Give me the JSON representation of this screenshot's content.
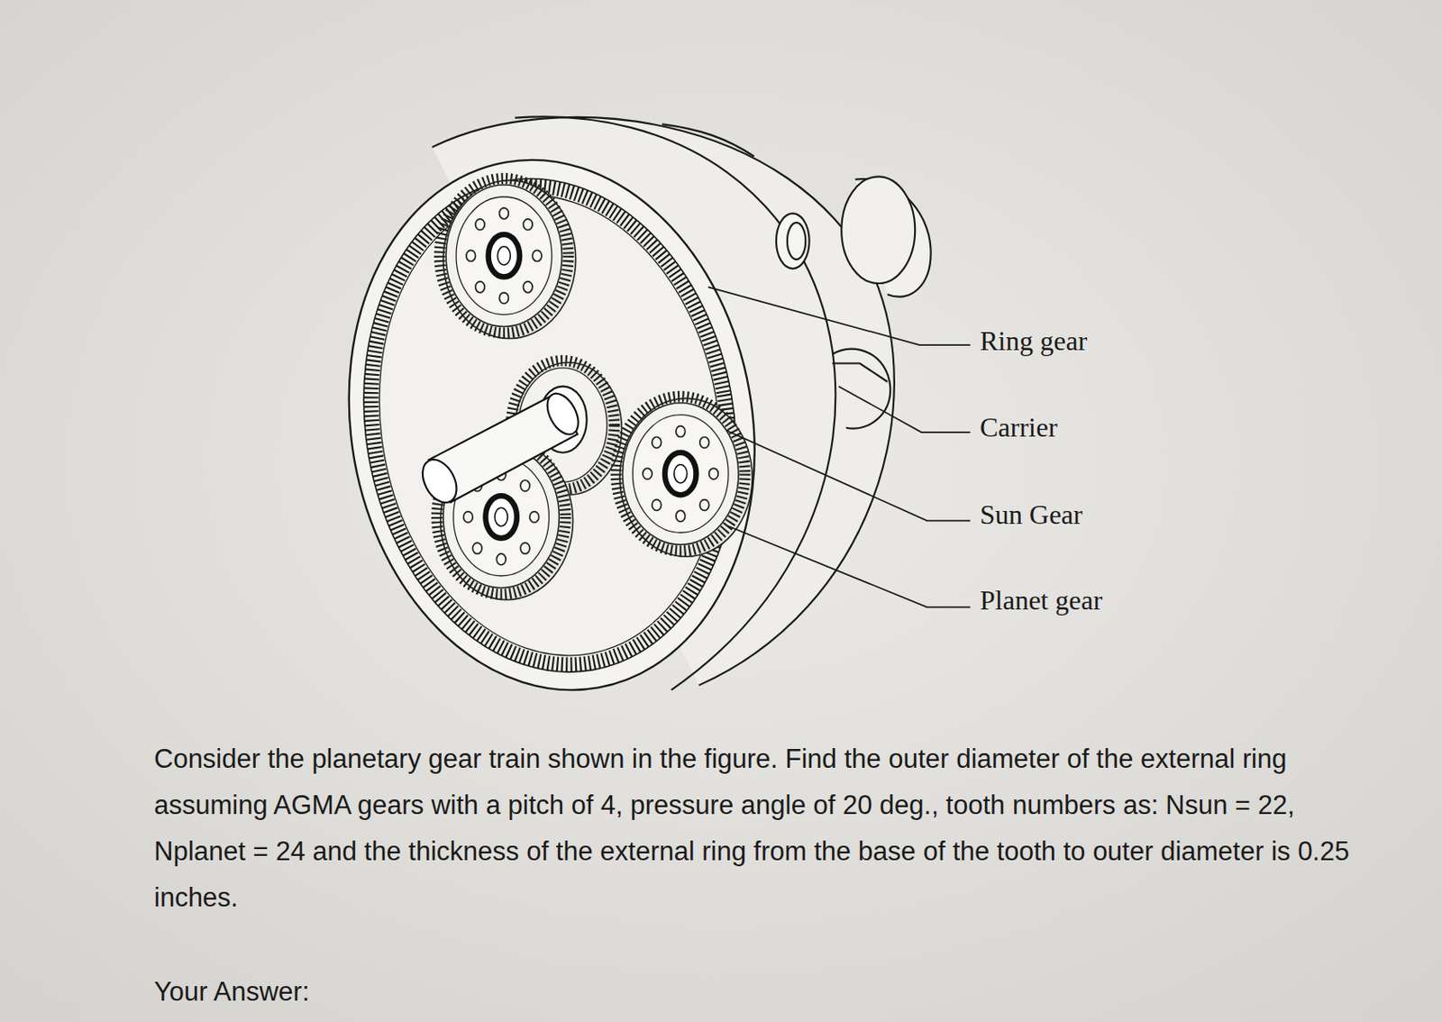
{
  "diagram": {
    "caption": "Consider the planetary gear train shown in the figure. Find the outer diameter of the external ring assuming AGMA gears with a pitch of 4, pressure angle of 20 deg., tooth numbers as: Nsun = 22, Nplanet = 24 and the thickness of the external ring from the base of the tooth to outer diameter is 0.25 inches.",
    "labels": [
      "Ring gear",
      "Carrier",
      "Sun Gear",
      "Planet gear",
      "Your Answer:"
    ]
  }
}
